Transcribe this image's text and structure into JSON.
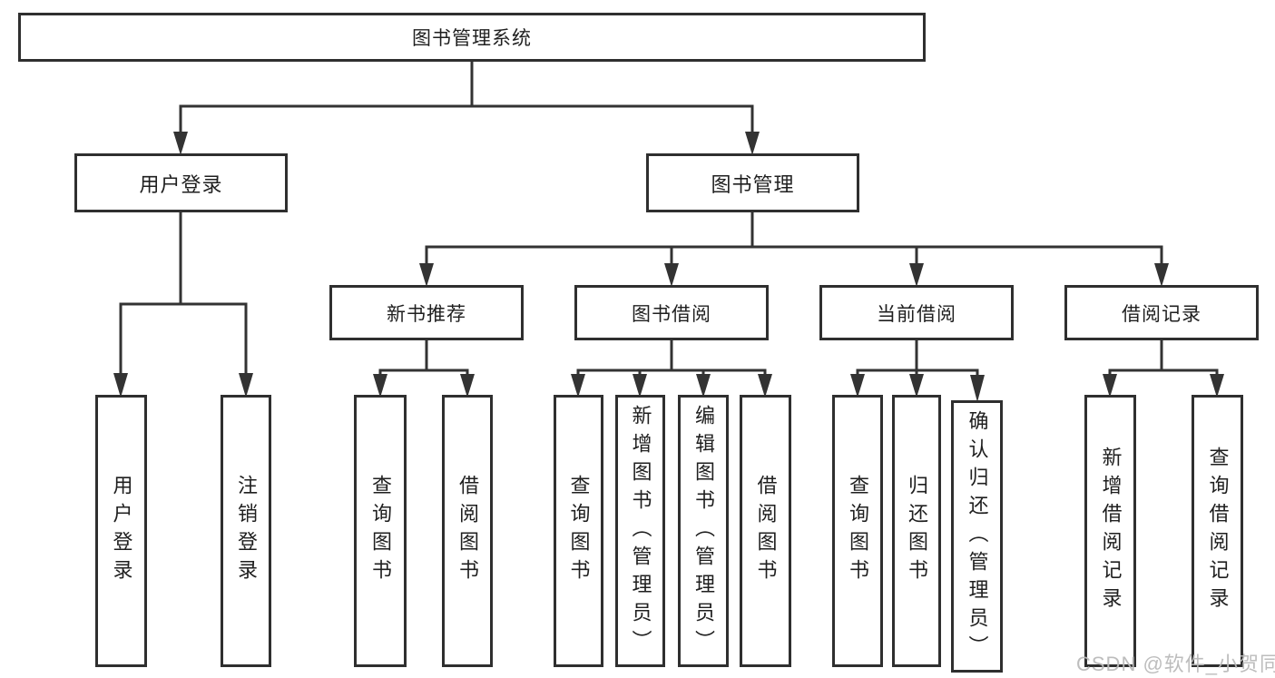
{
  "diagram": {
    "nodes": {
      "root": "图书管理系统",
      "user_login": "用户登录",
      "book_mgmt": "图书管理",
      "new_book_rec": "新书推荐",
      "book_borrow": "图书借阅",
      "current_borrow": "当前借阅",
      "borrow_records": "借阅记录",
      "leaf_user_login": "用户登录",
      "leaf_logout": "注销登录",
      "leaf_nb_query": "查询图书",
      "leaf_nb_borrow": "借阅图书",
      "leaf_bb_query": "查询图书",
      "leaf_bb_add": "新增图书（管理员）",
      "leaf_bb_edit": "编辑图书（管理员）",
      "leaf_bb_borrow": "借阅图书",
      "leaf_cb_query": "查询图书",
      "leaf_cb_return": "归还图书",
      "leaf_cb_confirm": "确认归还（管理员）",
      "leaf_br_add": "新增借阅记录",
      "leaf_br_query": "查询借阅记录"
    },
    "watermark": "CSDN @软件_小贺同学",
    "colors": {
      "line": "#333333",
      "border": "#2f2f2f",
      "text": "#1f1f1f",
      "watermark": "#b9b9b9",
      "background": "#ffffff"
    }
  }
}
